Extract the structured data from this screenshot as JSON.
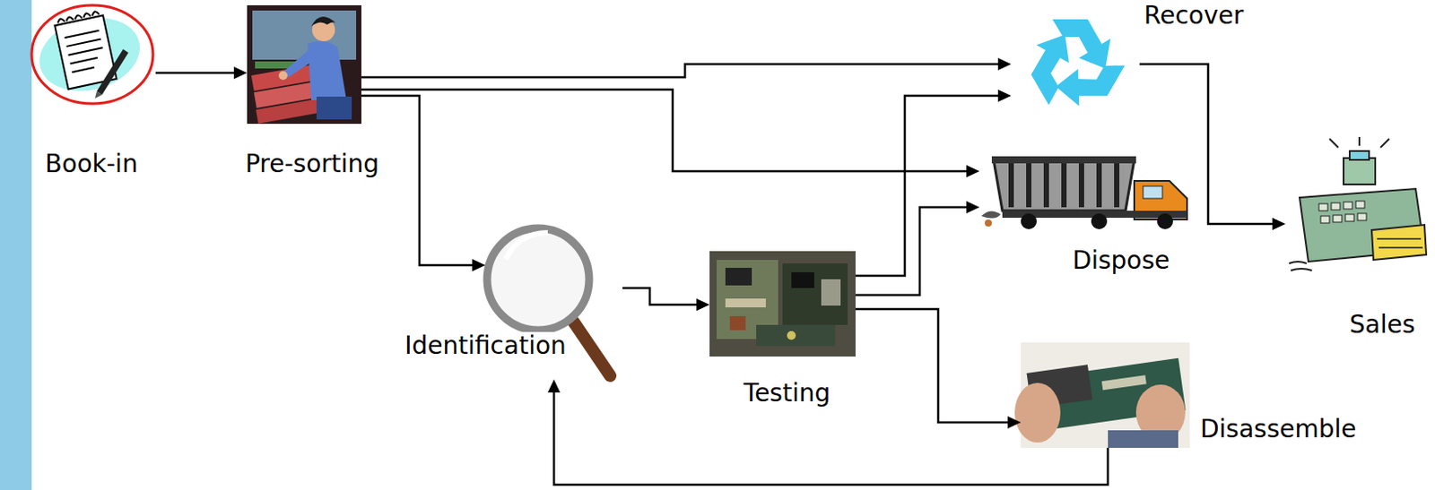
{
  "diagram": {
    "nodes": [
      {
        "text": [
          "Book-in"
        ]
      },
      {
        "text": [
          "Pre-sorting"
        ]
      },
      {
        "text": [
          "Recover"
        ]
      },
      {
        "text": [
          "Dispose"
        ]
      },
      {
        "text": [
          "Sales"
        ]
      },
      {
        "text": [
          "Identification"
        ]
      },
      {
        "text": [
          "Testing"
        ]
      },
      {
        "text": [
          "Disassemble"
        ]
      }
    ],
    "edges": [
      {
        "from": 0,
        "to": 1,
        "arrow": "to"
      },
      {
        "from": 1,
        "to": 2,
        "arrow": "to"
      },
      {
        "from": 1,
        "to": 3,
        "arrow": "to"
      },
      {
        "from": 1,
        "to": 5,
        "arrow": "to"
      },
      {
        "from": 5,
        "to": 6,
        "arrow": "to"
      },
      {
        "from": 6,
        "to": 2,
        "arrow": "to"
      },
      {
        "from": 6,
        "to": 3,
        "arrow": "to"
      },
      {
        "from": 6,
        "to": 7,
        "arrow": "to"
      },
      {
        "from": 7,
        "to": 5,
        "arrow": "to"
      },
      {
        "from": 2,
        "to": 4,
        "arrow": "to"
      }
    ]
  }
}
